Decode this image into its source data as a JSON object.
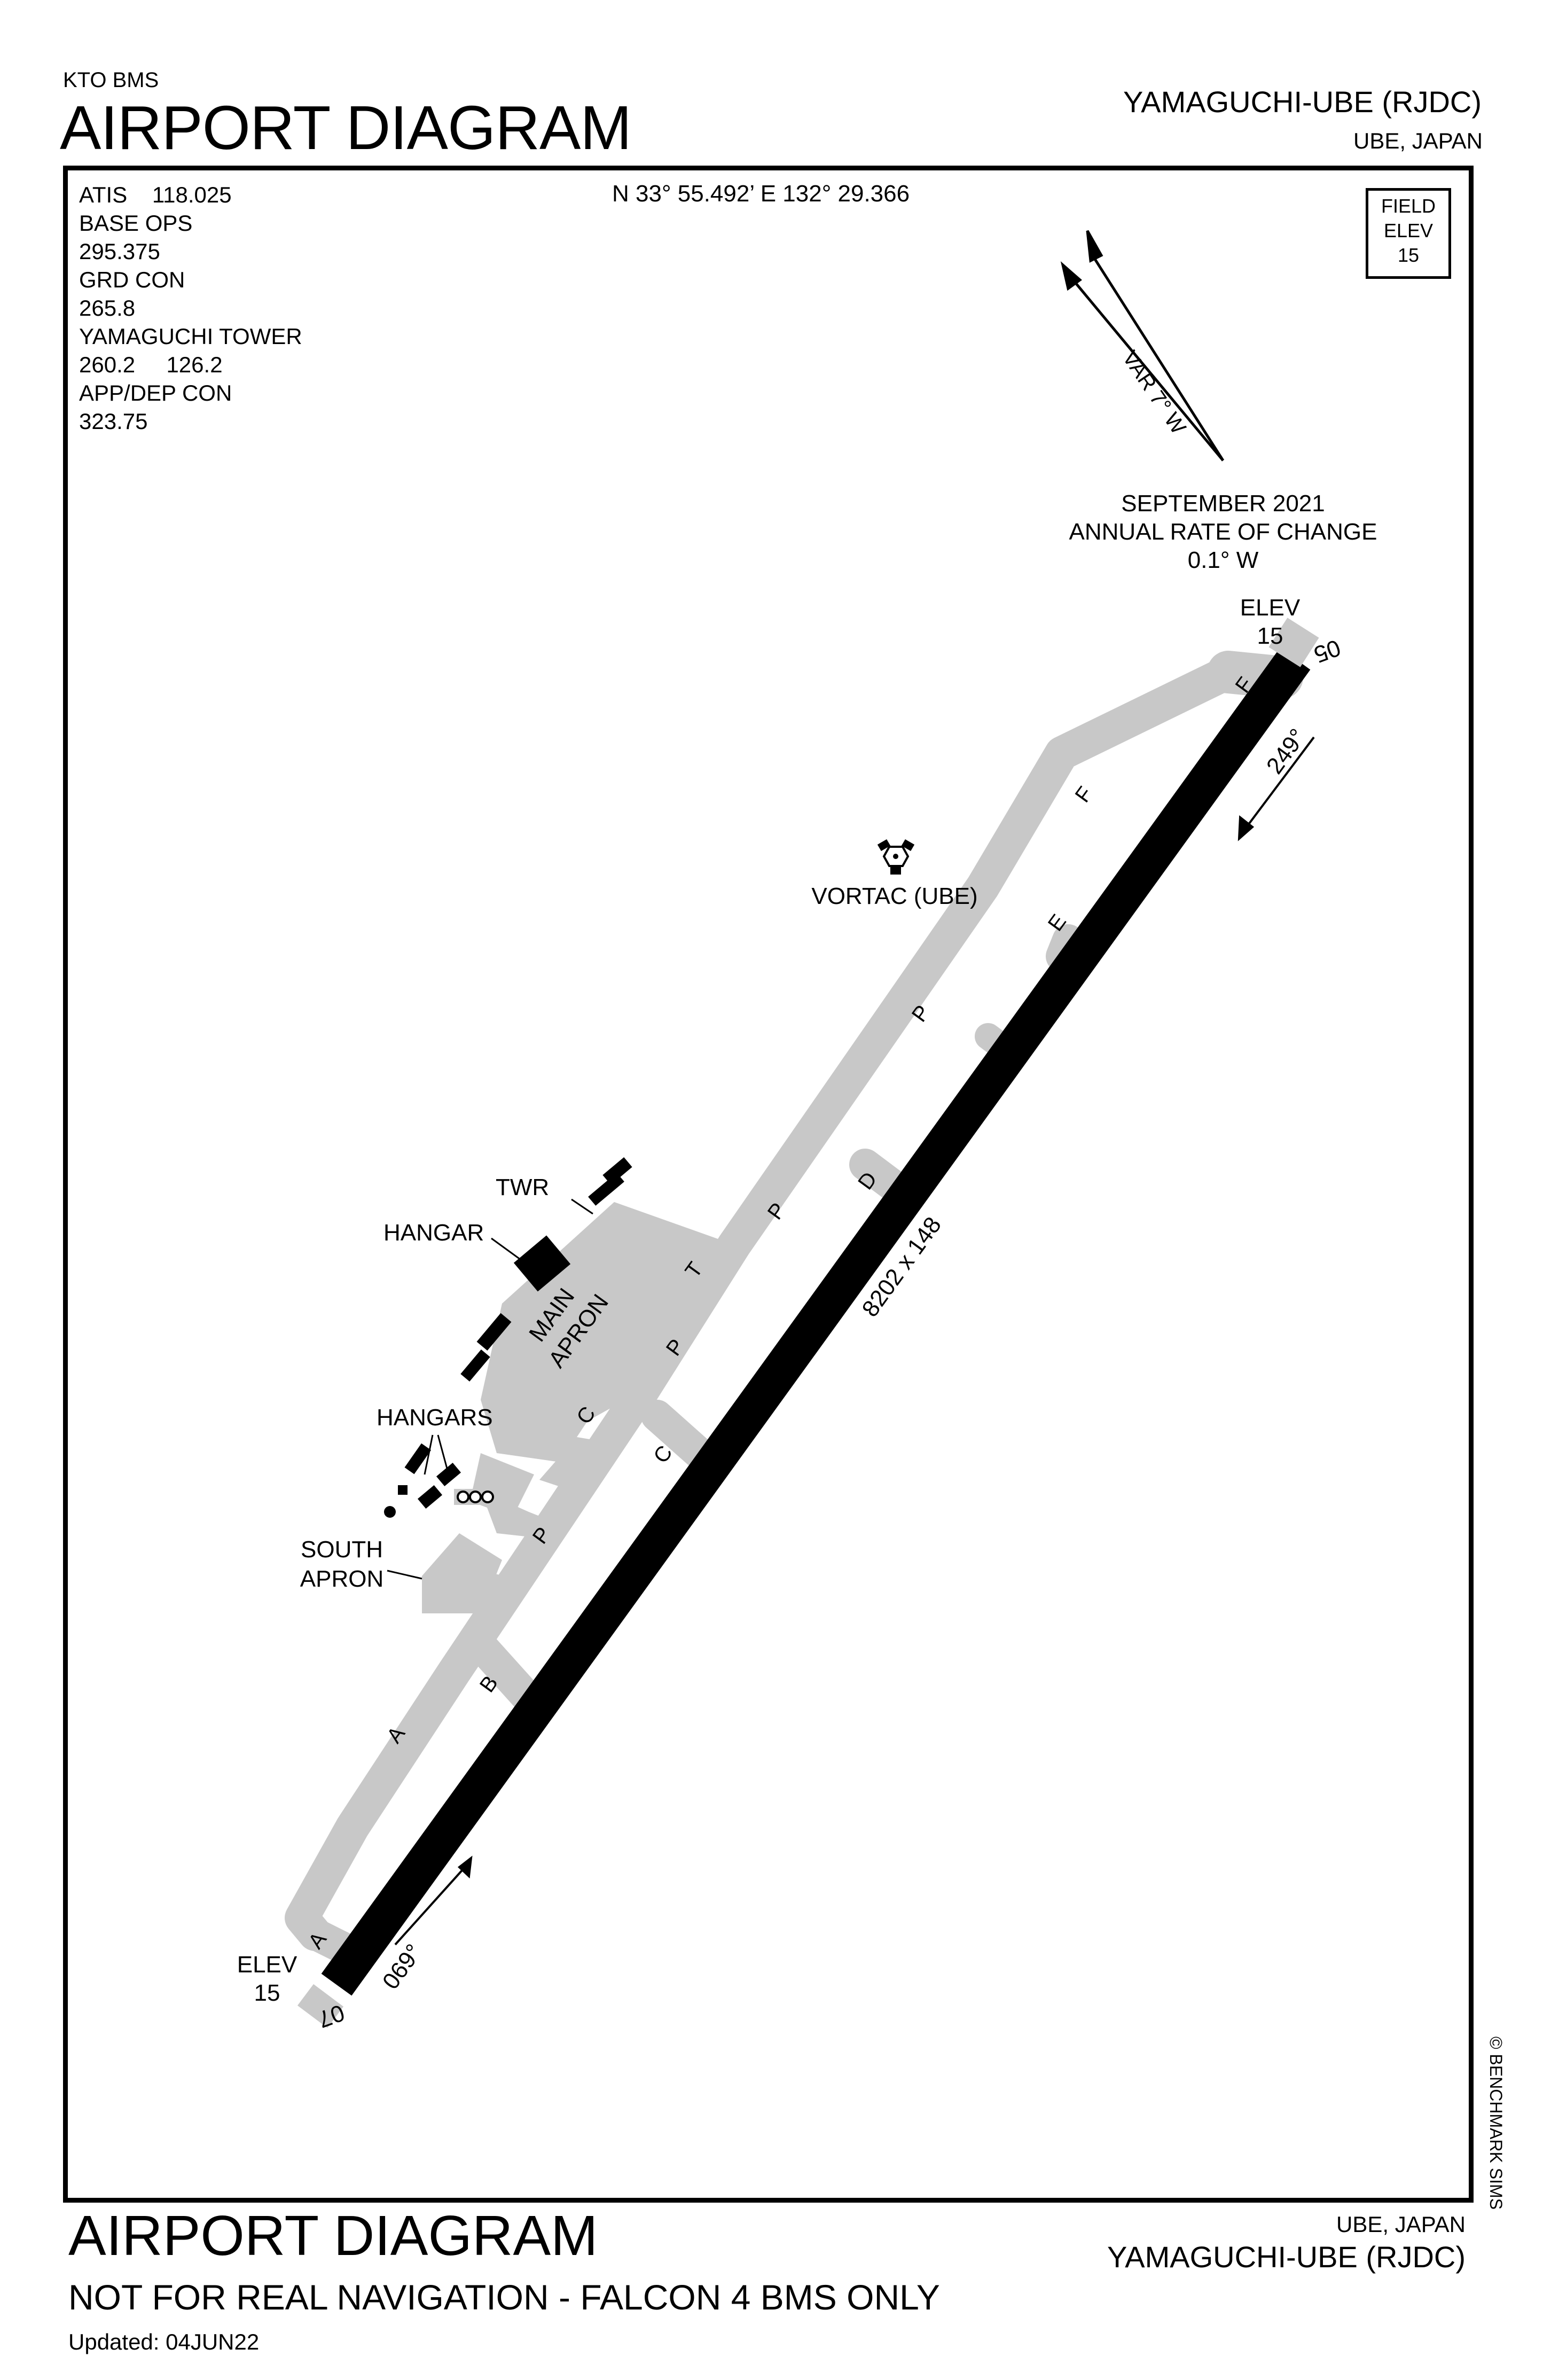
{
  "header": {
    "subtitle": "KTO BMS",
    "title": "AIRPORT DIAGRAM",
    "airport_name": "YAMAGUCHI-UBE (RJDC)",
    "location": "UBE, JAPAN"
  },
  "comms": {
    "atis": "ATIS    118.025",
    "base_ops_label": "BASE OPS",
    "base_ops_freq": "295.375",
    "ground_label": "GRD CON",
    "ground_freq": "265.8",
    "tower_label": "YAMAGUCHI TOWER",
    "tower_freq": "260.2     126.2",
    "approach_label": "APP/DEP CON",
    "approach_freq": "323.75"
  },
  "coordinates": "N 33° 55.492’ E 132° 29.366",
  "field_elev": {
    "line1": "FIELD",
    "line2": "ELEV",
    "value": "15"
  },
  "magnetic": {
    "variation": "VAR 7° W",
    "date": "SEPTEMBER 2021",
    "rate_label": "ANNUAL RATE OF CHANGE",
    "rate_value": "0.1° W"
  },
  "runway": {
    "dimensions": "8202 x 148",
    "end_ne": "05",
    "end_sw": "07",
    "heading_ne": "249°",
    "heading_sw": "069°",
    "elev_ne_label": "ELEV",
    "elev_ne_value": "15",
    "elev_sw_label": "ELEV",
    "elev_sw_value": "15"
  },
  "labels": {
    "vortac": "VORTAC (UBE)",
    "twr": "TWR",
    "hangar": "HANGAR",
    "hangars": "HANGARS",
    "main_apron_1": "MAIN",
    "main_apron_2": "APRON",
    "south_apron_1": "SOUTH",
    "south_apron_2": "APRON"
  },
  "taxiways": {
    "A1": "A",
    "A2": "A",
    "B": "B",
    "C1": "C",
    "C2": "C",
    "D": "D",
    "E": "E",
    "F1": "F",
    "F2": "F",
    "P1": "P",
    "P2": "P",
    "P3": "P",
    "P4": "P",
    "T": "T"
  },
  "copyright": "© BENCHMARK SIMS",
  "footer": {
    "title": "AIRPORT DIAGRAM",
    "disclaimer": "NOT FOR REAL NAVIGATION - FALCON 4 BMS ONLY",
    "updated": "Updated: 04JUN22",
    "location": "UBE, JAPAN",
    "airport_name": "YAMAGUCHI-UBE (RJDC)"
  },
  "colors": {
    "taxiway": "#c8c8c8",
    "runway": "#000000",
    "building": "#000000",
    "background": "#ffffff"
  }
}
